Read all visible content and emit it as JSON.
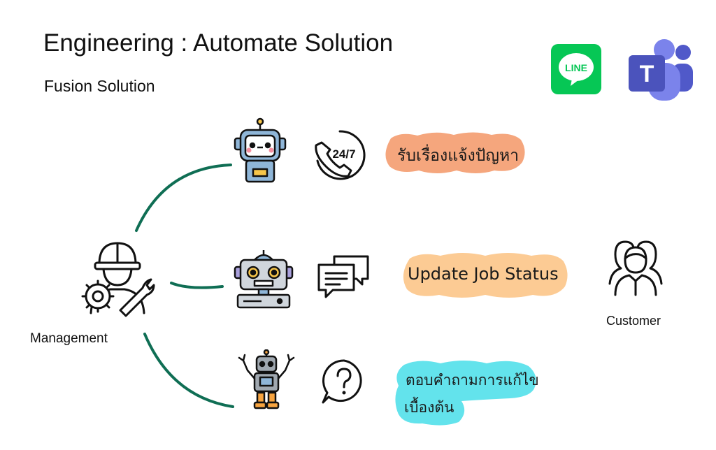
{
  "header": {
    "title": "Engineering : Automate Solution",
    "subtitle": "Fusion Solution"
  },
  "apps": [
    {
      "name": "line-app",
      "label": "LINE",
      "color": "#06c755"
    },
    {
      "name": "teams-app",
      "label": "T",
      "color": "#5059c9"
    }
  ],
  "management": {
    "label": "Management"
  },
  "customer": {
    "label": "Customer"
  },
  "flows": [
    {
      "service_icon": "24-7-phone-icon",
      "badge": "24/7",
      "text": "รับเรื่องแจ้งปัญหา",
      "bubble_color": "#f5a67d"
    },
    {
      "service_icon": "chat-bubbles-icon",
      "text": "Update Job Status",
      "bubble_color": "#fccb94"
    },
    {
      "service_icon": "question-icon",
      "text_line1": "ตอบคำถามการแก้ไข",
      "text_line2": "เบื้องต้น",
      "bubble_color": "#63e3ec"
    }
  ],
  "colors": {
    "connector": "#0f6e54",
    "robot_blue": "#8fb6d8",
    "robot_orange": "#f7a440"
  }
}
